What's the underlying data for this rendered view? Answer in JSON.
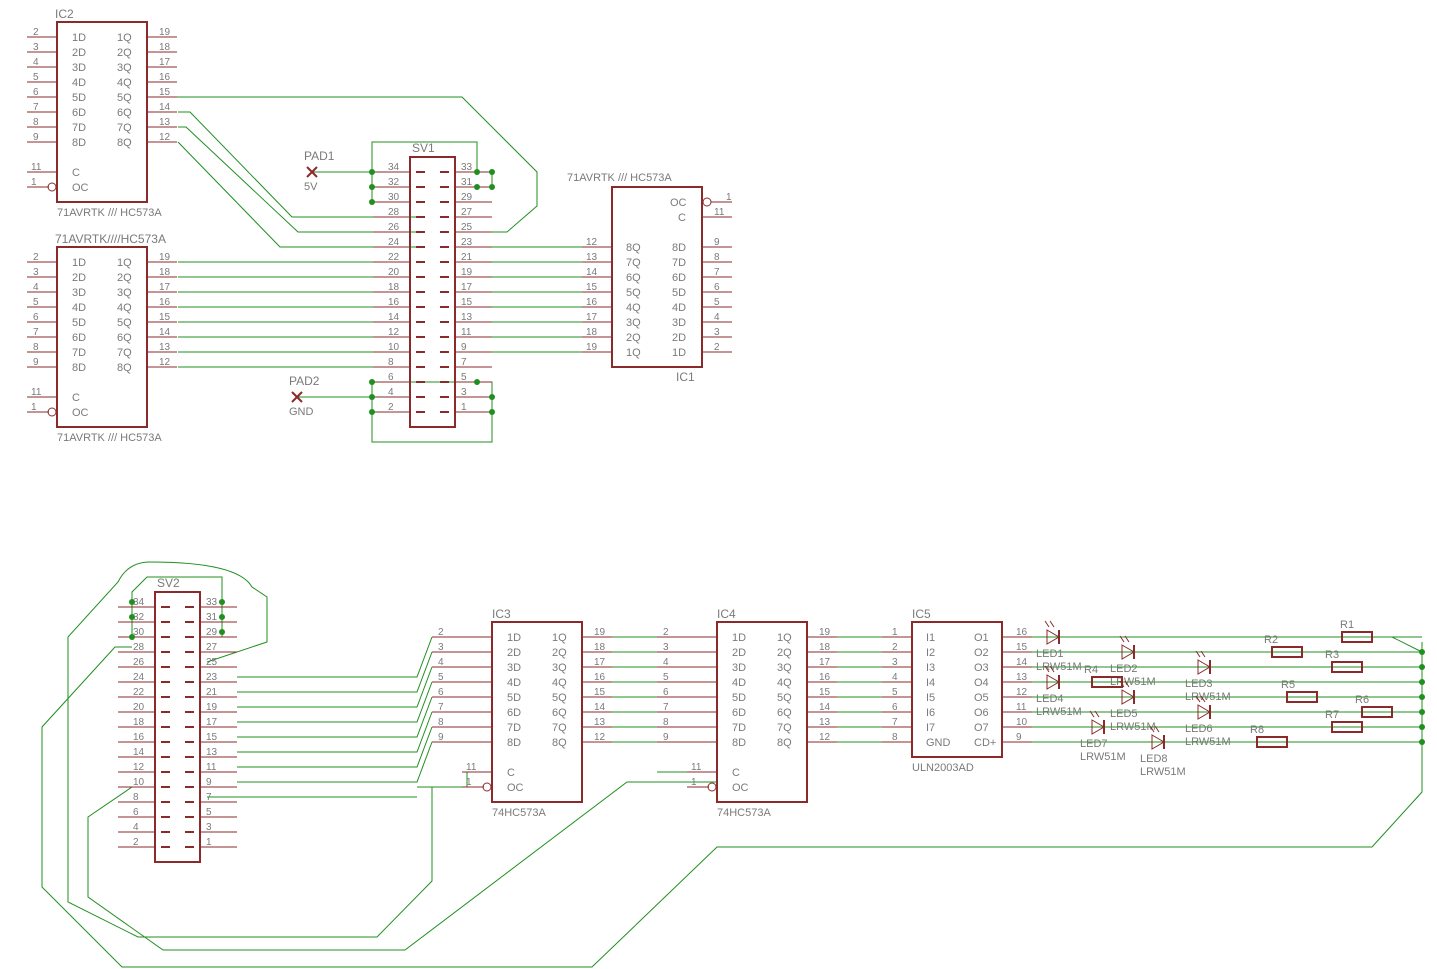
{
  "colors": {
    "wire": "#1f8f1f",
    "symbol": "#8b2a2a",
    "text": "#7a7a7a",
    "background": "#ffffff"
  },
  "latches": [
    {
      "name": "IC2",
      "value": "71AVRTK /// HC573A",
      "dPins": [
        "2",
        "3",
        "4",
        "5",
        "6",
        "7",
        "8",
        "9"
      ],
      "qPins": [
        "19",
        "18",
        "17",
        "16",
        "15",
        "14",
        "13",
        "12"
      ],
      "dLabels": [
        "1D",
        "2D",
        "3D",
        "4D",
        "5D",
        "6D",
        "7D",
        "8D"
      ],
      "qLabels": [
        "1Q",
        "2Q",
        "3Q",
        "4Q",
        "5Q",
        "6Q",
        "7Q",
        "8Q"
      ],
      "cPin": "11",
      "ocPin": "1",
      "cLabel": "C",
      "ocLabel": "OC"
    },
    {
      "name": "71AVRTK////HC573A",
      "value": "71AVRTK /// HC573A",
      "dPins": [
        "2",
        "3",
        "4",
        "5",
        "6",
        "7",
        "8",
        "9"
      ],
      "qPins": [
        "19",
        "18",
        "17",
        "16",
        "15",
        "14",
        "13",
        "12"
      ],
      "dLabels": [
        "1D",
        "2D",
        "3D",
        "4D",
        "5D",
        "6D",
        "7D",
        "8D"
      ],
      "qLabels": [
        "1Q",
        "2Q",
        "3Q",
        "4Q",
        "5Q",
        "6Q",
        "7Q",
        "8Q"
      ],
      "cPin": "11",
      "ocPin": "1",
      "cLabel": "C",
      "ocLabel": "OC"
    },
    {
      "name": "IC3",
      "value": "74HC573A",
      "dPins": [
        "2",
        "3",
        "4",
        "5",
        "6",
        "7",
        "8",
        "9"
      ],
      "qPins": [
        "19",
        "18",
        "17",
        "16",
        "15",
        "14",
        "13",
        "12"
      ],
      "dLabels": [
        "1D",
        "2D",
        "3D",
        "4D",
        "5D",
        "6D",
        "7D",
        "8D"
      ],
      "qLabels": [
        "1Q",
        "2Q",
        "3Q",
        "4Q",
        "5Q",
        "6Q",
        "7Q",
        "8Q"
      ],
      "cPin": "11",
      "ocPin": "1",
      "cLabel": "C",
      "ocLabel": "OC"
    },
    {
      "name": "IC4",
      "value": "74HC573A",
      "dPins": [
        "2",
        "3",
        "4",
        "5",
        "6",
        "7",
        "8",
        "9"
      ],
      "qPins": [
        "19",
        "18",
        "17",
        "16",
        "15",
        "14",
        "13",
        "12"
      ],
      "dLabels": [
        "1D",
        "2D",
        "3D",
        "4D",
        "5D",
        "6D",
        "7D",
        "8D"
      ],
      "qLabels": [
        "1Q",
        "2Q",
        "3Q",
        "4Q",
        "5Q",
        "6Q",
        "7Q",
        "8Q"
      ],
      "cPin": "11",
      "ocPin": "1",
      "cLabel": "C",
      "ocLabel": "OC"
    }
  ],
  "ic1": {
    "name": "IC1",
    "value": "71AVRTK /// HC573A",
    "ocLabel": "OC",
    "cLabel": "C",
    "ocPin": "1",
    "cPin": "11",
    "qLabels": [
      "8Q",
      "7Q",
      "6Q",
      "5Q",
      "4Q",
      "3Q",
      "2Q",
      "1Q"
    ],
    "dLabels": [
      "8D",
      "7D",
      "6D",
      "5D",
      "4D",
      "3D",
      "2D",
      "1D"
    ],
    "qPins": [
      "12",
      "13",
      "14",
      "15",
      "16",
      "17",
      "18",
      "19"
    ],
    "dPins": [
      "9",
      "8",
      "7",
      "6",
      "5",
      "4",
      "3",
      "2"
    ]
  },
  "ic5": {
    "name": "IC5",
    "value": "ULN2003AD",
    "inLabels": [
      "I1",
      "I2",
      "I3",
      "I4",
      "I5",
      "I6",
      "I7",
      "GND"
    ],
    "outLabels": [
      "O1",
      "O2",
      "O3",
      "O4",
      "O5",
      "O6",
      "O7",
      "CD+"
    ],
    "inPins": [
      "1",
      "2",
      "3",
      "4",
      "5",
      "6",
      "7",
      "8"
    ],
    "outPins": [
      "16",
      "15",
      "14",
      "13",
      "12",
      "11",
      "10",
      "9"
    ]
  },
  "headers": [
    {
      "name": "SV1",
      "leftPins": [
        "34",
        "32",
        "30",
        "28",
        "26",
        "24",
        "22",
        "20",
        "18",
        "16",
        "14",
        "12",
        "10",
        "8",
        "6",
        "4",
        "2"
      ],
      "rightPins": [
        "33",
        "31",
        "29",
        "27",
        "25",
        "23",
        "21",
        "19",
        "17",
        "15",
        "13",
        "11",
        "9",
        "7",
        "5",
        "3",
        "1"
      ]
    },
    {
      "name": "SV2",
      "leftPins": [
        "34",
        "32",
        "30",
        "28",
        "26",
        "24",
        "22",
        "20",
        "18",
        "16",
        "14",
        "12",
        "10",
        "8",
        "6",
        "4",
        "2"
      ],
      "rightPins": [
        "33",
        "31",
        "29",
        "27",
        "25",
        "23",
        "21",
        "19",
        "17",
        "15",
        "13",
        "11",
        "9",
        "7",
        "5",
        "3",
        "1"
      ]
    }
  ],
  "pads": [
    {
      "name": "PAD1",
      "value": "5V"
    },
    {
      "name": "PAD2",
      "value": "GND"
    }
  ],
  "leds": [
    {
      "name": "LED1",
      "value": "LRW51M"
    },
    {
      "name": "LED2",
      "value": "LRW51M"
    },
    {
      "name": "LED3",
      "value": "LRW51M"
    },
    {
      "name": "LED4",
      "value": "LRW51M"
    },
    {
      "name": "LED5",
      "value": "LRW51M"
    },
    {
      "name": "LED6",
      "value": "LRW51M"
    },
    {
      "name": "LED7",
      "value": "LRW51M"
    },
    {
      "name": "LED8",
      "value": "LRW51M"
    }
  ],
  "resistors": [
    "R1",
    "R2",
    "R3",
    "R4",
    "R5",
    "R6",
    "R7",
    "R8"
  ]
}
